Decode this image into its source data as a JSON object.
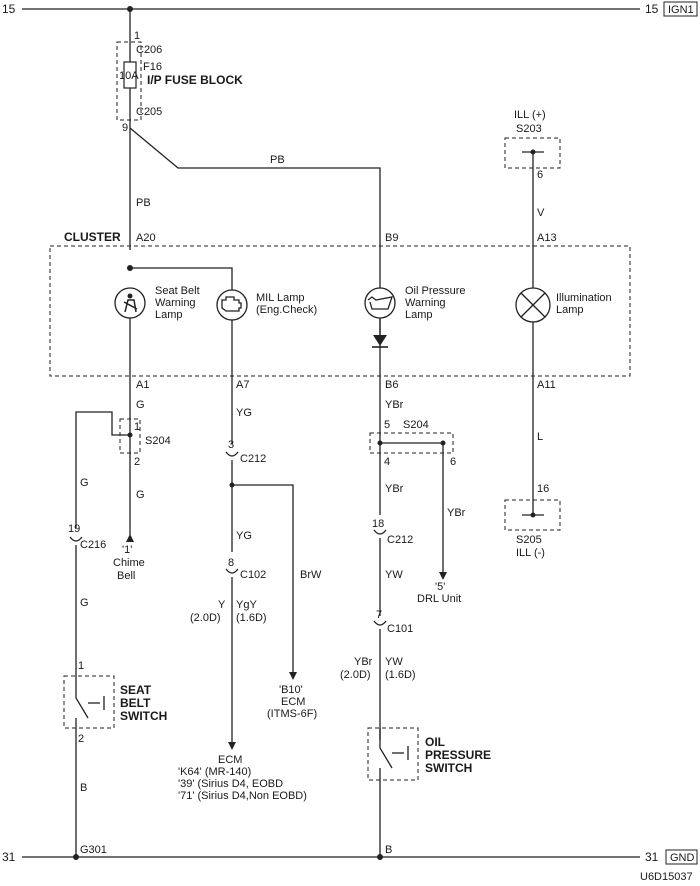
{
  "diagram": {
    "title": "Cluster Warning Lamp Circuit",
    "figure_id": "U6D15037",
    "rails": {
      "top": {
        "left_num": "15",
        "right_num": "15",
        "tag": "IGN1"
      },
      "bottom": {
        "left_num": "31",
        "right_num": "31",
        "tag": "GND"
      }
    },
    "fuse_block": {
      "label": "I/P FUSE BLOCK",
      "top_pin": "1",
      "top_connector": "C206",
      "fuse_name": "F16",
      "fuse_rating": "10A",
      "bottom_connector": "C205",
      "bottom_pin": "9"
    },
    "wires": {
      "pb_left": "PB",
      "pb_top": "PB",
      "v": "V",
      "g1": "G",
      "g2": "G",
      "g3": "G",
      "g4": "G",
      "yg1": "YG",
      "yg2": "YG",
      "ybr1": "YBr",
      "ybr2": "YBr",
      "ybr3": "YBr",
      "yw": "YW",
      "brw": "BrW",
      "l": "L",
      "b": "B",
      "y_ygy": {
        "a": "Y",
        "b": "YgY",
        "a_note": "(2.0D)",
        "b_note": "(1.6D)"
      },
      "ybr_yw": {
        "a": "YBr",
        "b": "YW",
        "a_note": "(2.0D)",
        "b_note": "(1.6D)"
      }
    },
    "ill_plus": {
      "label": "ILL (+)",
      "splice": "S203",
      "pin": "6"
    },
    "ill_minus": {
      "label": "ILL (-)",
      "splice": "S205",
      "pin": "16"
    },
    "cluster": {
      "label": "CLUSTER",
      "pins_top": {
        "seat": "A20",
        "oil": "B9",
        "ill": "A13"
      },
      "pins_bottom": {
        "seat": "A1",
        "mil": "A7",
        "oil": "B6",
        "ill": "A11"
      },
      "lamps": [
        {
          "name": "seat-belt",
          "label": [
            "Seat Belt",
            "Warning",
            "Lamp"
          ]
        },
        {
          "name": "mil",
          "label": [
            "MIL Lamp",
            "(Eng.Check)"
          ]
        },
        {
          "name": "oil-pressure",
          "label": [
            "Oil Pressure",
            "Warning",
            "Lamp"
          ]
        },
        {
          "name": "illumination",
          "label": [
            "Illumination",
            "Lamp"
          ]
        }
      ]
    },
    "s204_left": {
      "label": "S204",
      "pin_top": "1",
      "pin_bottom": "2"
    },
    "s204_right": {
      "label": "S204",
      "pin_left_top": "5",
      "pin_left_bottom": "4",
      "pin_right": "6"
    },
    "connectors": {
      "c212_a": {
        "pin": "3",
        "name": "C212"
      },
      "c216": {
        "pin": "19",
        "name": "C216"
      },
      "c102": {
        "pin": "8",
        "name": "C102"
      },
      "c212_b": {
        "pin": "18",
        "name": "C212"
      },
      "c101": {
        "pin": "7",
        "name": "C101"
      }
    },
    "destinations": {
      "chime": [
        "'1'",
        "Chime",
        "Bell"
      ],
      "drl": [
        "'5'",
        "DRL Unit"
      ],
      "ecm_b10": [
        "'B10'",
        "ECM",
        "(ITMS-6F)"
      ],
      "ecm_main": [
        "ECM",
        "'K64' (MR-140)",
        "'39' (Sirius D4, EOBD",
        "'71' (Sirius D4,Non EOBD)"
      ]
    },
    "switches": {
      "seat_belt": {
        "label": [
          "SEAT",
          "BELT",
          "SWITCH"
        ],
        "pin_top": "1",
        "pin_bottom": "2"
      },
      "oil_pressure": {
        "label": [
          "OIL",
          "PRESSURE",
          "SWITCH"
        ]
      }
    },
    "ground": {
      "left": "G301",
      "right": "B"
    }
  }
}
